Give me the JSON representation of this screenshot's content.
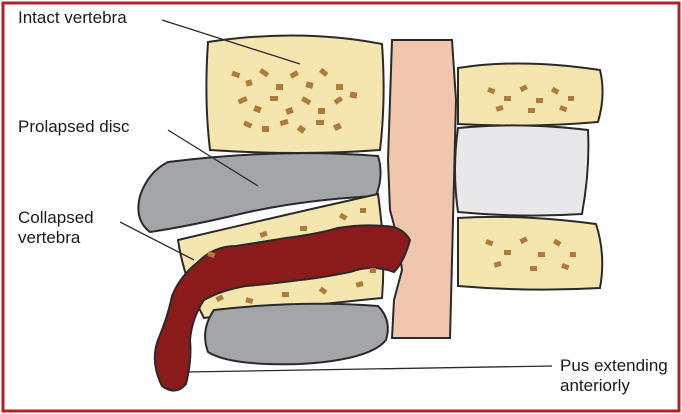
{
  "labels": {
    "intact_vertebra": "Intact vertebra",
    "prolapsed_disc": "Prolapsed disc",
    "collapsed_vertebra": "Collapsed\nvertebra",
    "pus": "Pus extending\nanteriorly"
  },
  "colors": {
    "frame": "#b22222",
    "bone": "#f5e6b0",
    "bone_outline": "#2a2a2a",
    "trabecula": "#b07a3c",
    "disc": "#a3a5a8",
    "cord": "#f0c7ac",
    "pus": "#8b1a1a",
    "healthy_disc": "#e8e8ea"
  }
}
